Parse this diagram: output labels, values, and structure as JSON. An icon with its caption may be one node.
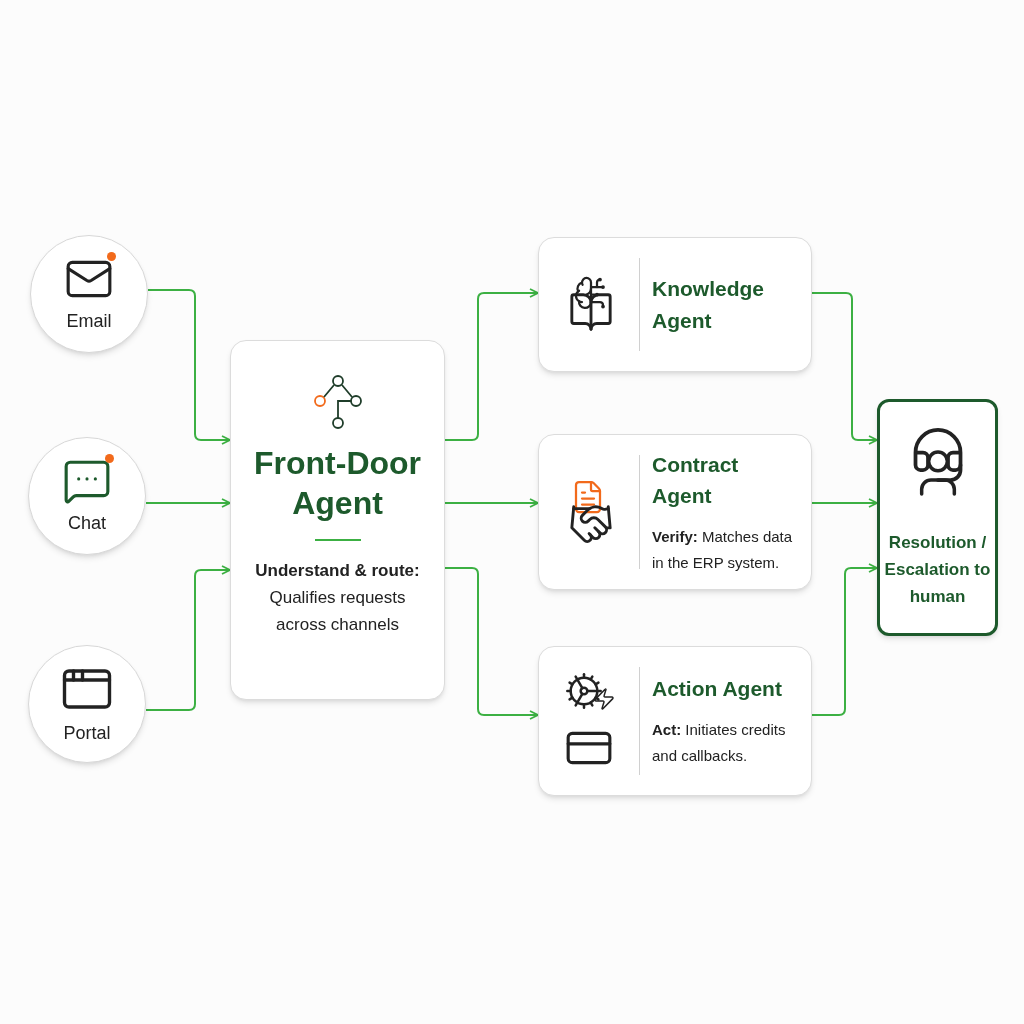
{
  "diagram": {
    "nodes": [
      {
        "text": [
          "Email"
        ]
      },
      {
        "text": [
          "Chat"
        ]
      },
      {
        "text": [
          "Portal"
        ]
      },
      {
        "text": [
          "Front-Door Agent",
          "**Understand & route:** Qualifies requests across channels"
        ]
      },
      {
        "text": [
          "Knowledge Agent"
        ]
      },
      {
        "text": [
          "Contract Agent",
          "**Verify:** Matches data in the ERP system."
        ]
      },
      {
        "text": [
          "Action Agent",
          "**Act:** Initiates credits and callbacks."
        ]
      },
      {
        "text": [
          "Resolution / Escalation to human"
        ]
      }
    ],
    "edges": [
      {
        "from": 0,
        "to": 3,
        "arrow": "to"
      },
      {
        "from": 1,
        "to": 3,
        "arrow": "to"
      },
      {
        "from": 2,
        "to": 3,
        "arrow": "to"
      },
      {
        "from": 3,
        "to": 4,
        "arrow": "to"
      },
      {
        "from": 3,
        "to": 5,
        "arrow": "to"
      },
      {
        "from": 3,
        "to": 6,
        "arrow": "to"
      },
      {
        "from": 4,
        "to": 7,
        "arrow": "to"
      },
      {
        "from": 5,
        "to": 7,
        "arrow": "to"
      },
      {
        "from": 6,
        "to": 7,
        "arrow": "to"
      }
    ]
  }
}
